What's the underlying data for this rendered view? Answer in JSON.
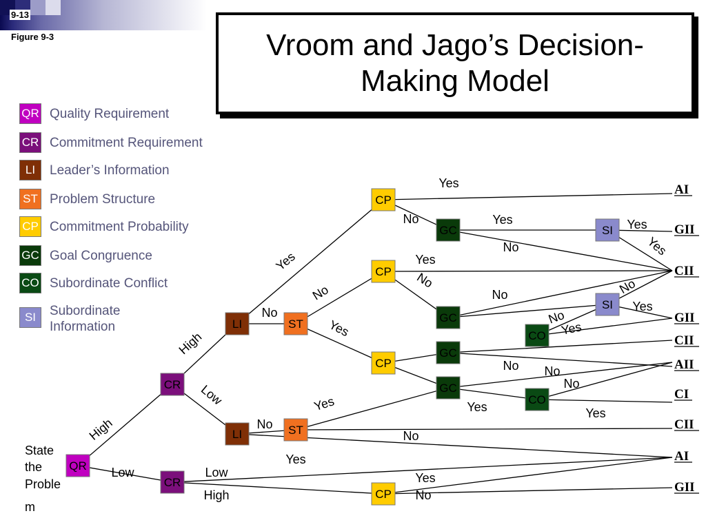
{
  "slide": {
    "number": "9-13",
    "figure": "Figure 9-3",
    "title": "Vroom and Jago’s Decision-Making Model"
  },
  "colors": {
    "QR": "#c000c0",
    "CR": "#7b0f7b",
    "LI": "#7f2f06",
    "ST": "#f07020",
    "CP": "#ffcc00",
    "GC": "#0a3a0a",
    "CO": "#0a4a14",
    "SI": "#8a8acc"
  },
  "legend": [
    {
      "code": "QR",
      "label": "Quality Requirement"
    },
    {
      "code": "CR",
      "label": "Commitment Requirement"
    },
    {
      "code": "LI",
      "label": "Leader’s Information"
    },
    {
      "code": "ST",
      "label": "Problem Structure"
    },
    {
      "code": "CP",
      "label": "Commitment Probability"
    },
    {
      "code": "GC",
      "label": "Goal Congruence"
    },
    {
      "code": "CO",
      "label": "Subordinate Conflict"
    },
    {
      "code": "SI",
      "label": "Subordinate Information"
    }
  ],
  "start_label": [
    "State",
    "the",
    "Proble",
    "m"
  ],
  "nodes": [
    "QR",
    "CR",
    "LI",
    "ST",
    "CP",
    "GC",
    "SI",
    "CP",
    "GC",
    "SI",
    "CO",
    "CP",
    "GC",
    "GC",
    "CO",
    "LI",
    "ST",
    "CR",
    "CP"
  ],
  "edge_labels": [
    "High",
    "Low",
    "High",
    "Low",
    "Yes",
    "No",
    "Yes",
    "No",
    "Yes",
    "Yes",
    "No",
    "Yes",
    "No",
    "No",
    "Yes",
    "Yes",
    "No",
    "Yes",
    "No",
    "No",
    "No",
    "Yes",
    "No",
    "No",
    "Yes",
    "Yes",
    "No",
    "Yes",
    "Low",
    "High",
    "Yes",
    "No",
    "No",
    "Yes",
    "No"
  ],
  "outcomes": [
    "AI",
    "GII",
    "CII",
    "GII",
    "CII",
    "AII",
    "CI",
    "CII",
    "AI",
    "GII"
  ]
}
